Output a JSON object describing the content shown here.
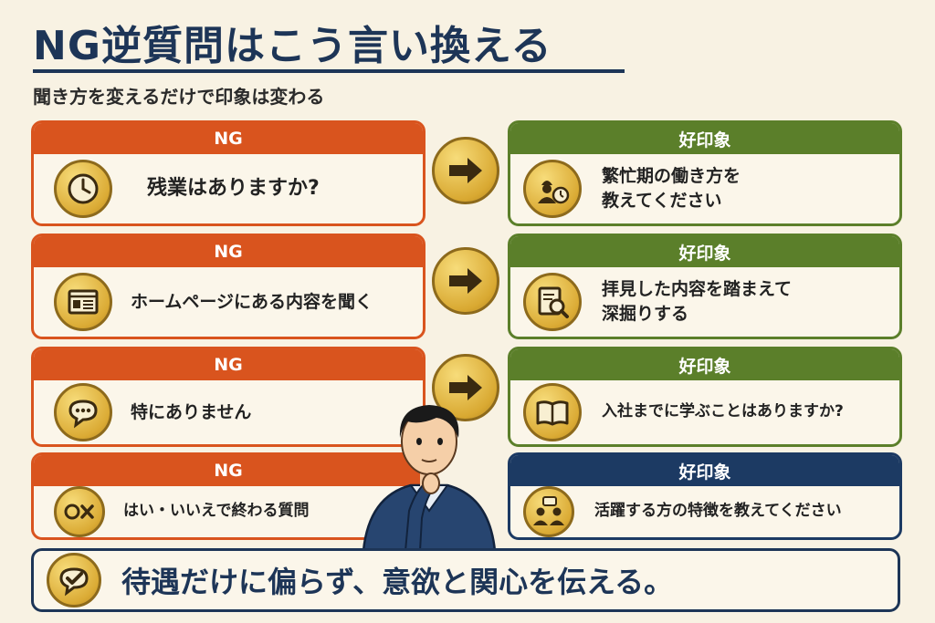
{
  "title": "NG逆質問はこう言い換える",
  "subtitle": "聞き方を変えるだけで印象は変わる",
  "colors": {
    "ng": "#d9541e",
    "good": "#5b7f2a",
    "navy": "#1c3a63",
    "title": "#1d3557",
    "background": "#f8f2e3",
    "gold": "#dbab35"
  },
  "rows": [
    {
      "ng": {
        "label": "NG",
        "text": "残業はありますか?",
        "icon": "clock-icon"
      },
      "good": {
        "label": "好印象",
        "line1": "繁忙期の働き方を",
        "line2": "教えてください",
        "icon": "worker-clock-icon"
      }
    },
    {
      "ng": {
        "label": "NG",
        "text": "ホームページにある内容を聞く",
        "icon": "webpage-icon"
      },
      "good": {
        "label": "好印象",
        "line1": "拝見した内容を踏まえて",
        "line2": "深掘りする",
        "icon": "document-search-icon"
      }
    },
    {
      "ng": {
        "label": "NG",
        "text": "特にありません",
        "icon": "speech-bubble-icon"
      },
      "good": {
        "label": "好印象",
        "line1": "入社までに学ぶことはありますか?",
        "icon": "open-book-icon"
      }
    },
    {
      "ng": {
        "label": "NG",
        "text": "はい・いいえで終わる質問",
        "icon": "circle-x-icon"
      },
      "good": {
        "label": "好印象",
        "line1": "活躍する方の特徴を教えてください",
        "icon": "people-chat-icon"
      }
    }
  ],
  "footer": {
    "text": "待遇だけに偏らず、意欲と関心を伝える。",
    "icon": "check-bubble-icon"
  }
}
